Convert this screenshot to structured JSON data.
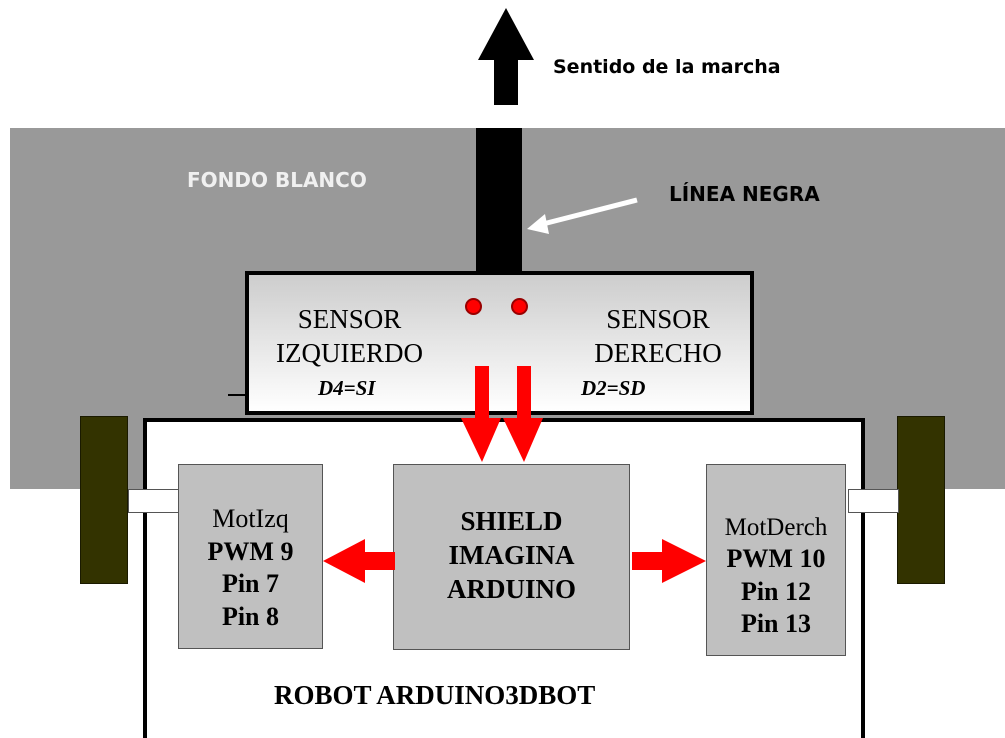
{
  "direction_label": "Sentido de la marcha",
  "floor_label": "FONDO BLANCO",
  "line_label": "LÍNEA NEGRA",
  "sensor_left": {
    "title1": "SENSOR",
    "title2": "IZQUIERDO",
    "pin": "D4=SI"
  },
  "sensor_right": {
    "title1": "SENSOR",
    "title2": "DERECHO",
    "pin": "D2=SD"
  },
  "motor_left": {
    "name": "MotIzq",
    "pwm": "PWM 9",
    "pin_a": "Pin 7",
    "pin_b": "Pin 8"
  },
  "motor_right": {
    "name": "MotDerch",
    "pwm": "PWM 10",
    "pin_a": "Pin 12",
    "pin_b": "Pin 13"
  },
  "shield": {
    "line1": "SHIELD",
    "line2": "IMAGINA",
    "line3": "ARDUINO"
  },
  "robot_label": "ROBOT ARDUINO3DBOT",
  "colors": {
    "floor": "#999999",
    "line": "#000000",
    "arrows": "#ff0000",
    "wheels": "#333300",
    "boxes": "#c0c0c0"
  }
}
